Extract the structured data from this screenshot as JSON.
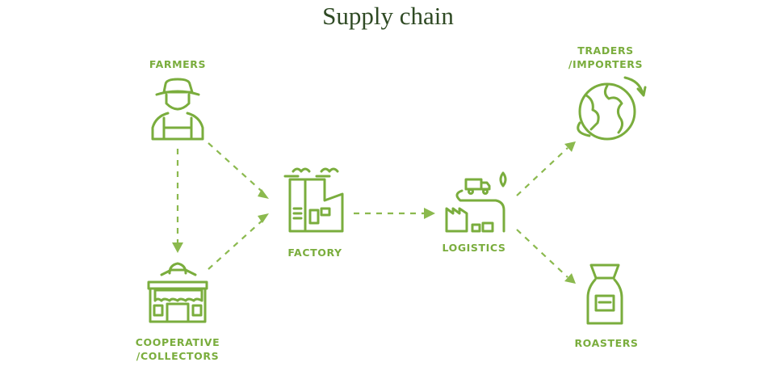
{
  "title": "Supply chain",
  "nodes": {
    "farmers": {
      "label": "FARMERS",
      "icon": "farmer-icon"
    },
    "cooperative": {
      "label_lines": [
        "COOPERATIVE",
        "/COLLECTORS"
      ],
      "icon": "shop-icon"
    },
    "factory": {
      "label": "FACTORY",
      "icon": "factory-icon"
    },
    "logistics": {
      "label": "LOGISTICS",
      "icon": "logistics-icon"
    },
    "traders": {
      "label_lines": [
        "TRADERS",
        "/IMPORTERS"
      ],
      "icon": "globe-icon"
    },
    "roasters": {
      "label": "ROASTERS",
      "icon": "roaster-icon"
    }
  },
  "colors": {
    "accent": "#7aad3d",
    "title": "#2f4a24"
  }
}
